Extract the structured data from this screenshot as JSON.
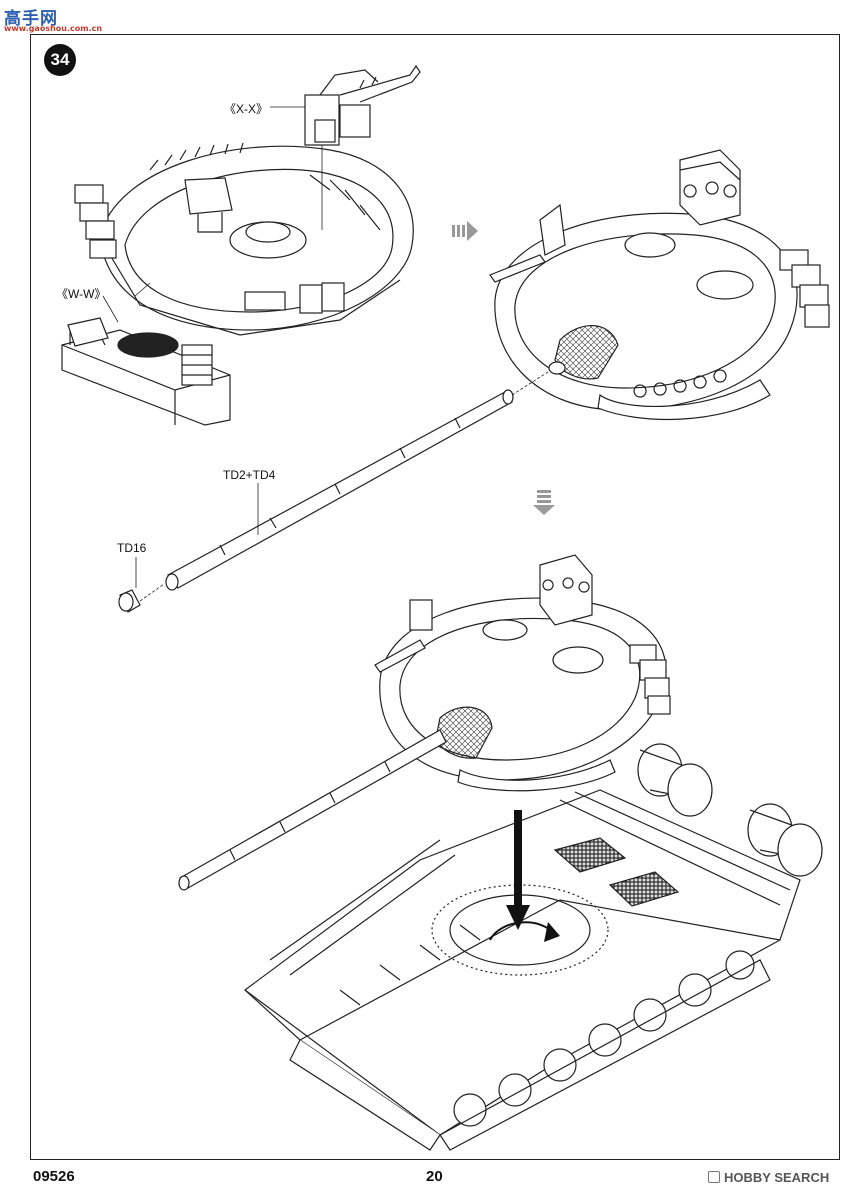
{
  "watermark": {
    "chars": "高手网",
    "url": "www.gaoshou.com.cn"
  },
  "step": {
    "number": "34"
  },
  "callouts": {
    "xx": "《X-X》",
    "ww": "《W-W》",
    "barrel": "TD2+TD4",
    "muzzle": "TD16"
  },
  "footer": {
    "code": "09526",
    "page": "20",
    "brand": "HOBBY SEARCH"
  },
  "colors": {
    "line": "#222222",
    "paper": "#ffffff",
    "arrow": "#999999"
  }
}
